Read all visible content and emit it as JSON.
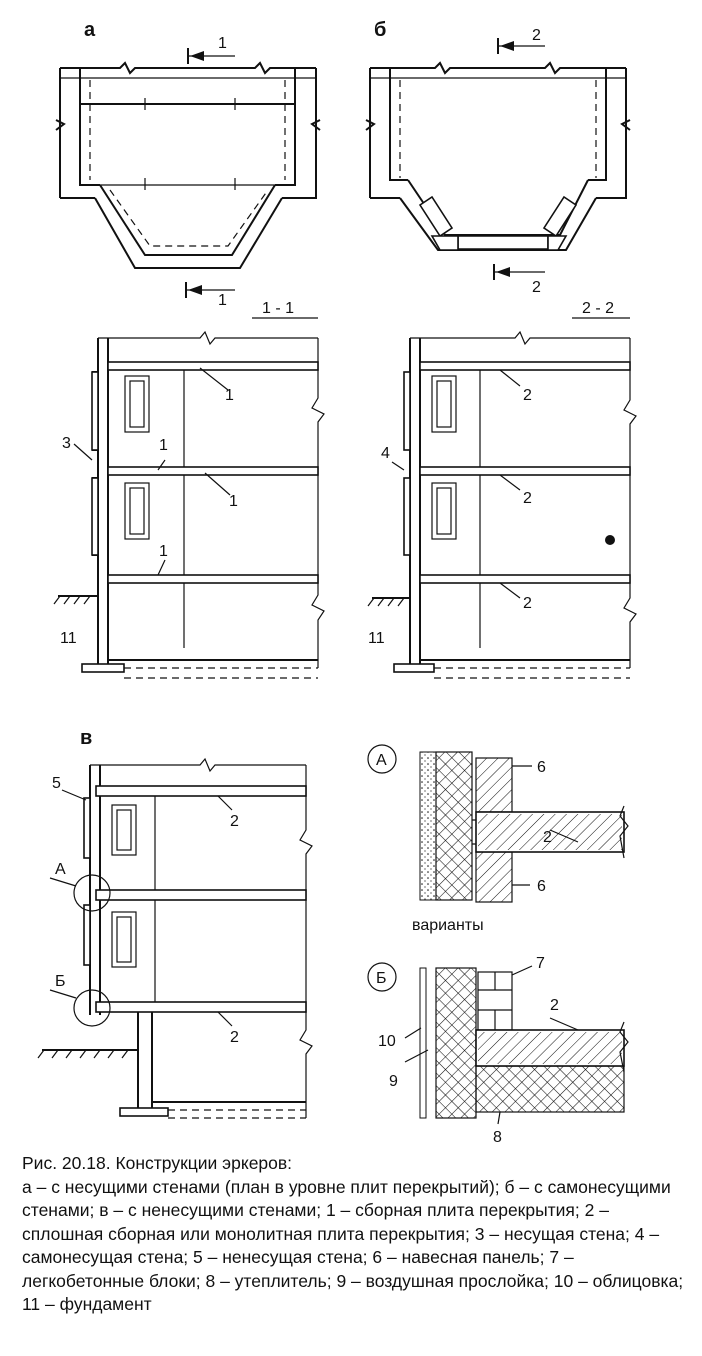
{
  "sections": {
    "a": "а",
    "b": "б",
    "v": "в"
  },
  "cuts": {
    "c1": "1",
    "c2": "2",
    "s11": "1 - 1",
    "s22": "2 - 2"
  },
  "nodes": {
    "A": "А",
    "B": "Б"
  },
  "numbers": {
    "n1": "1",
    "n2": "2",
    "n3": "3",
    "n4": "4",
    "n5": "5",
    "n6": "6",
    "n7": "7",
    "n8": "8",
    "n9": "9",
    "n10": "10",
    "n11": "11"
  },
  "variants": "варианты",
  "caption": {
    "title": "Рис. 20.18. Конструкции эркеров:",
    "body": "а – с несущими стенами (план в уровне плит перекрытий); б – с самонесущими стенами; в – с ненесущими стенами; 1 – сборная плита перекрытия; 2 – сплошная сборная или монолитная плита перекрытия; 3 – несущая стена; 4 – самонесущая стена; 5 – ненесущая стена; 6 – навесная панель; 7 – легкобетонные блоки; 8 – утеплитель; 9 – воздушная прослойка; 10 – облицовка; 11 – фундамент"
  }
}
